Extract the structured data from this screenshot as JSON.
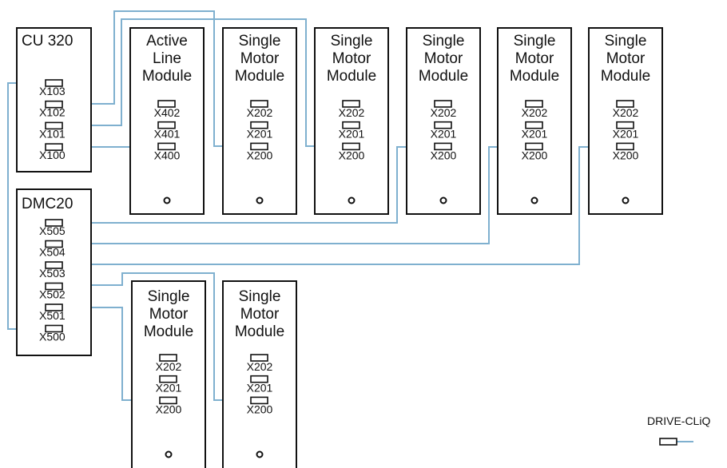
{
  "control_unit": {
    "title": "CU 320",
    "ports": [
      "X103",
      "X102",
      "X101",
      "X100"
    ]
  },
  "hub": {
    "title": "DMC20",
    "ports": [
      "X505",
      "X504",
      "X503",
      "X502",
      "X501",
      "X500"
    ]
  },
  "modules": [
    {
      "title": [
        "Active",
        "Line",
        "Module"
      ],
      "ports": [
        "X402",
        "X401",
        "X400"
      ]
    },
    {
      "title": [
        "Single",
        "Motor",
        "Module"
      ],
      "ports": [
        "X202",
        "X201",
        "X200"
      ]
    },
    {
      "title": [
        "Single",
        "Motor",
        "Module"
      ],
      "ports": [
        "X202",
        "X201",
        "X200"
      ]
    },
    {
      "title": [
        "Single",
        "Motor",
        "Module"
      ],
      "ports": [
        "X202",
        "X201",
        "X200"
      ]
    },
    {
      "title": [
        "Single",
        "Motor",
        "Module"
      ],
      "ports": [
        "X202",
        "X201",
        "X200"
      ]
    },
    {
      "title": [
        "Single",
        "Motor",
        "Module"
      ],
      "ports": [
        "X202",
        "X201",
        "X200"
      ]
    },
    {
      "title": [
        "Single",
        "Motor",
        "Module"
      ],
      "ports": [
        "X202",
        "X201",
        "X200"
      ]
    },
    {
      "title": [
        "Single",
        "Motor",
        "Module"
      ],
      "ports": [
        "X202",
        "X201",
        "X200"
      ]
    }
  ],
  "legend": {
    "label": "DRIVE-CLiQ"
  },
  "colors": {
    "wire": "#7fb0cf",
    "outline": "#111111",
    "background": "#ffffff"
  }
}
